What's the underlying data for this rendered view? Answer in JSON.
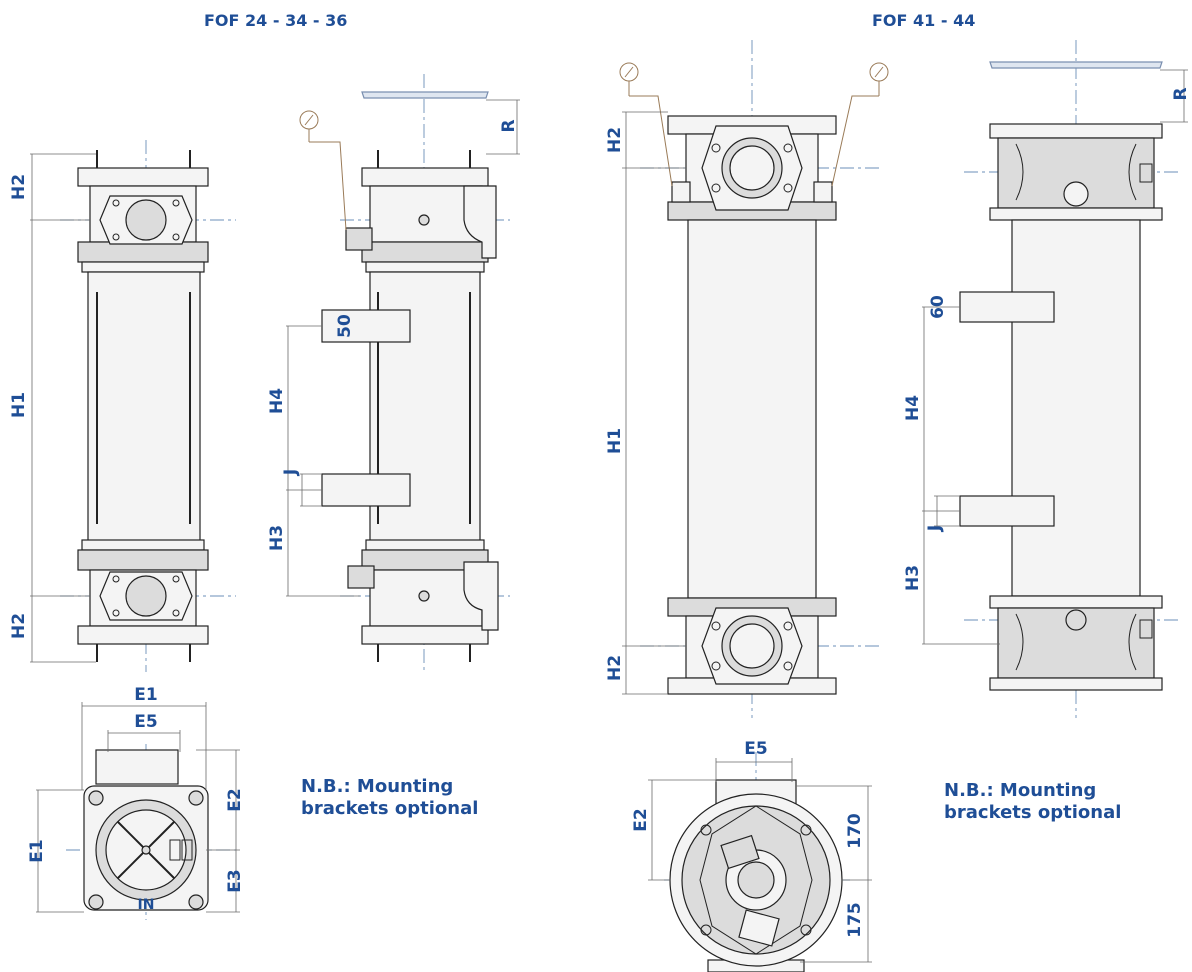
{
  "titles": {
    "left": "FOF 24 - 34 - 36",
    "right": "FOF 41 - 44"
  },
  "notes": {
    "left": {
      "line1": "N.B.: Mounting",
      "line2": "brackets optional"
    },
    "right": {
      "line1": "N.B.: Mounting",
      "line2": "brackets optional"
    }
  },
  "dimensions": {
    "h1": "H1",
    "h2": "H2",
    "h3": "H3",
    "h4": "H4",
    "r": "R",
    "j": "J",
    "e1": "E1",
    "e2": "E2",
    "e3": "E3",
    "e5": "E5",
    "d50": "50",
    "d60": "60",
    "d170": "170",
    "d175": "175"
  },
  "logo_text": {
    "in": "IN"
  },
  "icons": [
    "pressure-gauge-icon"
  ],
  "colors": {
    "label": "#1f4e96",
    "centerline": "#6b8fb8",
    "outline": "#222222",
    "gauge": "#9a7b58"
  }
}
